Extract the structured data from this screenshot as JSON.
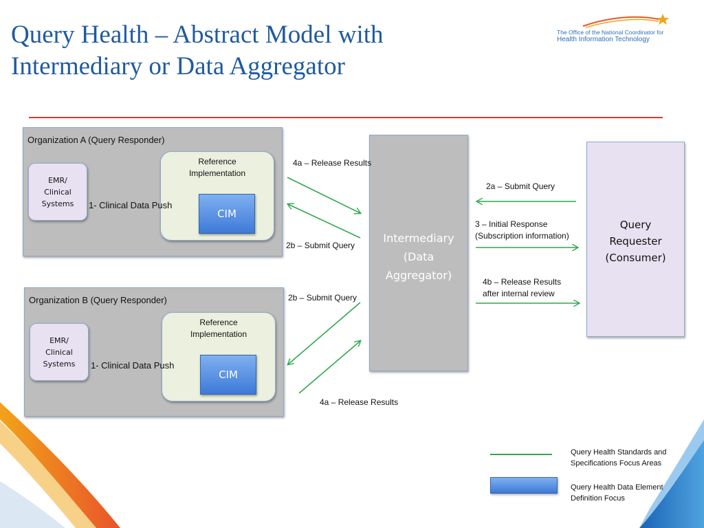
{
  "title": "Query Health – Abstract Model with Intermediary or Data Aggregator",
  "logo": {
    "line1": "The Office of the National Coordinator for",
    "line2": "Health Information Technology"
  },
  "org_a": {
    "title": "Organization A (Query Responder)",
    "emr": "EMR/\nClinical\nSystems",
    "ref_impl": "Reference\nImplementation",
    "cim": "CIM",
    "push_label": "1- Clinical Data Push"
  },
  "org_b": {
    "title": "Organization B (Query Responder)",
    "emr": "EMR/\nClinical\nSystems",
    "ref_impl": "Reference\nImplementation",
    "cim": "CIM",
    "push_label": "1- Clinical Data Push"
  },
  "intermediary": "Intermediary\n(Data\nAggregator)",
  "requester": "Query\nRequester\n(Consumer)",
  "flows": {
    "a_release": "4a – Release Results",
    "a_submit": "2b – Submit Query",
    "b_submit": "2b – Submit Query",
    "b_release": "4a – Release Results",
    "submit_query": "2a – Submit Query",
    "initial_response": "3 – Initial Response\n(Subscription information)",
    "release_review": "4b – Release Results\nafter internal review"
  },
  "legend": {
    "standards": "Query Health Standards  and\nSpecifications Focus Areas",
    "data_element": "Query Health Data Element\nDefinition Focus"
  },
  "colors": {
    "title": "#1f5aa0",
    "arrow": "#2fa84a",
    "rule": "#d9392f",
    "cim_fill": "#3d7ad8"
  }
}
